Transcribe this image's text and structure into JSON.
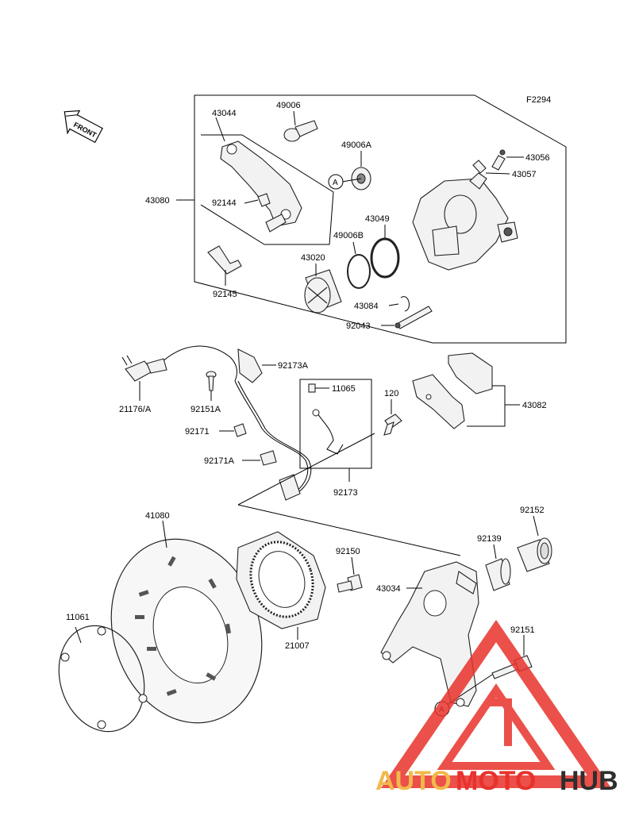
{
  "figure_code": "F2294",
  "front_label": "FRONT",
  "ref_marker": "A",
  "parts": {
    "p43044": "43044",
    "p49006": "49006",
    "p49006A": "49006A",
    "p43056": "43056",
    "p43057": "43057",
    "p43080": "43080",
    "p92144": "92144",
    "p43049": "43049",
    "p49006B": "49006B",
    "p43020": "43020",
    "p92145": "92145",
    "p43084": "43084",
    "p92043": "92043",
    "p92173A": "92173A",
    "p11065": "11065",
    "p120": "120",
    "p21176A": "21176/A",
    "p92151A": "92151A",
    "p43082": "43082",
    "p92171": "92171",
    "p92171A": "92171A",
    "p92173": "92173",
    "p41080": "41080",
    "p92152": "92152",
    "p92150": "92150",
    "p92139": "92139",
    "p43034": "43034",
    "p11061": "11061",
    "p92151": "92151",
    "p21007": "21007"
  },
  "watermark": {
    "part1": "AUTO",
    "part2": "MOTO",
    "part3": "HUB",
    "color_primary": "#e8322b",
    "color_secondary": "#f2b84b",
    "color_dark": "#2e2e2e"
  }
}
